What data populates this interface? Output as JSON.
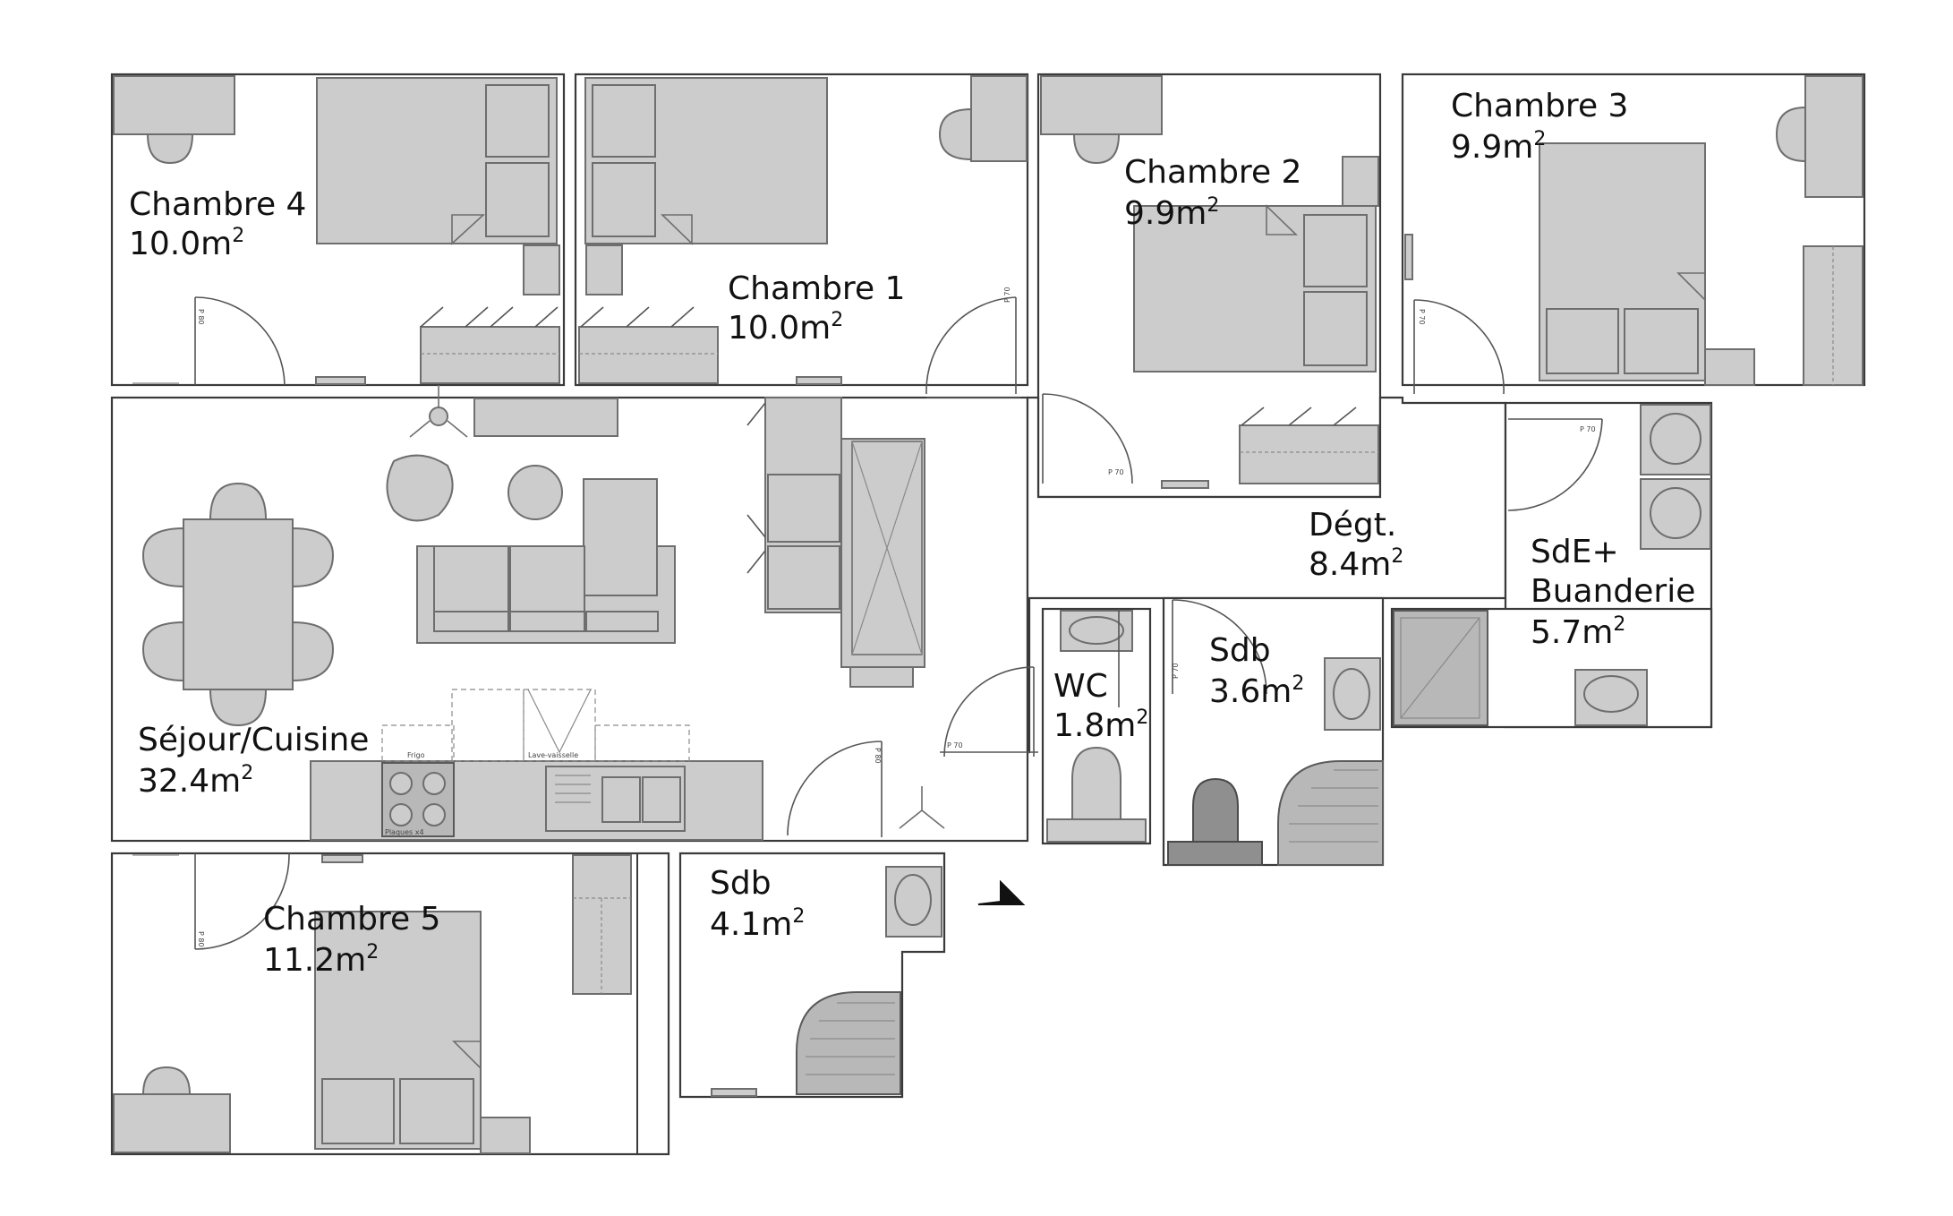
{
  "rooms": [
    {
      "id": "chambre4",
      "name": "Chambre 4",
      "area": "10.0m",
      "area_unit_exp": "2"
    },
    {
      "id": "chambre1",
      "name": "Chambre 1",
      "area": "10.0m",
      "area_unit_exp": "2"
    },
    {
      "id": "chambre2",
      "name": "Chambre 2",
      "area": "9.9m",
      "area_unit_exp": "2"
    },
    {
      "id": "chambre3",
      "name": "Chambre 3",
      "area": "9.9m",
      "area_unit_exp": "2"
    },
    {
      "id": "sejour",
      "name": "Séjour/Cuisine",
      "area": "32.4m",
      "area_unit_exp": "2"
    },
    {
      "id": "degt",
      "name": "Dégt.",
      "area": "8.4m",
      "area_unit_exp": "2"
    },
    {
      "id": "sde",
      "name": "SdE+",
      "name_line2": "Buanderie",
      "area": "5.7m",
      "area_unit_exp": "2"
    },
    {
      "id": "wc",
      "name": "WC",
      "area": "1.8m",
      "area_unit_exp": "2"
    },
    {
      "id": "sdb1",
      "name": "Sdb",
      "area": "3.6m",
      "area_unit_exp": "2"
    },
    {
      "id": "chambre5",
      "name": "Chambre 5",
      "area": "11.2m",
      "area_unit_exp": "2"
    },
    {
      "id": "sdb2",
      "name": "Sdb",
      "area": "4.1m",
      "area_unit_exp": "2"
    }
  ],
  "door_labels": {
    "p80": "P 80",
    "p70": "P 70"
  },
  "appliance_labels": {
    "hob": "Plaques x4",
    "fridge": "Frigo",
    "dishwasher": "Lave-vaisselle"
  },
  "colors": {
    "wall": "#3a3a3a",
    "furniture": "#cccccc",
    "background": "#ffffff"
  }
}
